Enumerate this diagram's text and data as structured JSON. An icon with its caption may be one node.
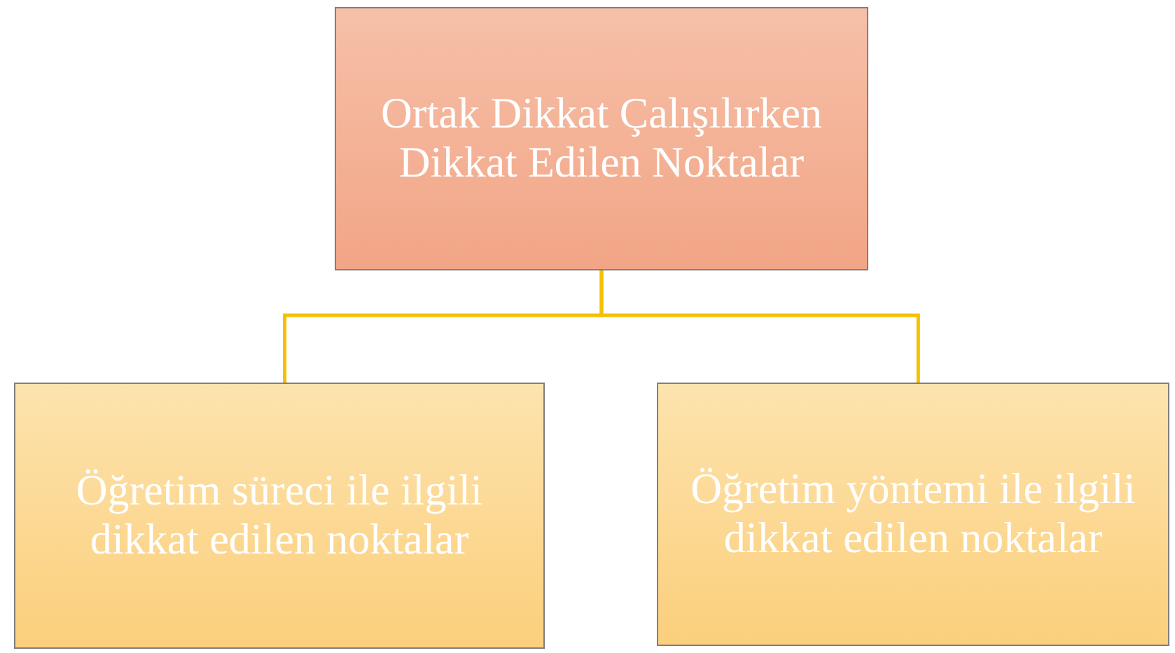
{
  "diagram": {
    "nodes": [
      {
        "text": [
          "Ortak Dikkat Çalışılırken Dikkat Edilen Noktalar"
        ]
      },
      {
        "text": [
          "Öğretim süreci ile ilgili dikkat edilen noktalar"
        ]
      },
      {
        "text": [
          "Öğretim yöntemi ile ilgili dikkat edilen noktalar"
        ]
      }
    ],
    "edges": [
      {
        "from": 0,
        "to": 1,
        "arrow": "none"
      },
      {
        "from": 0,
        "to": 2,
        "arrow": "none"
      }
    ]
  }
}
